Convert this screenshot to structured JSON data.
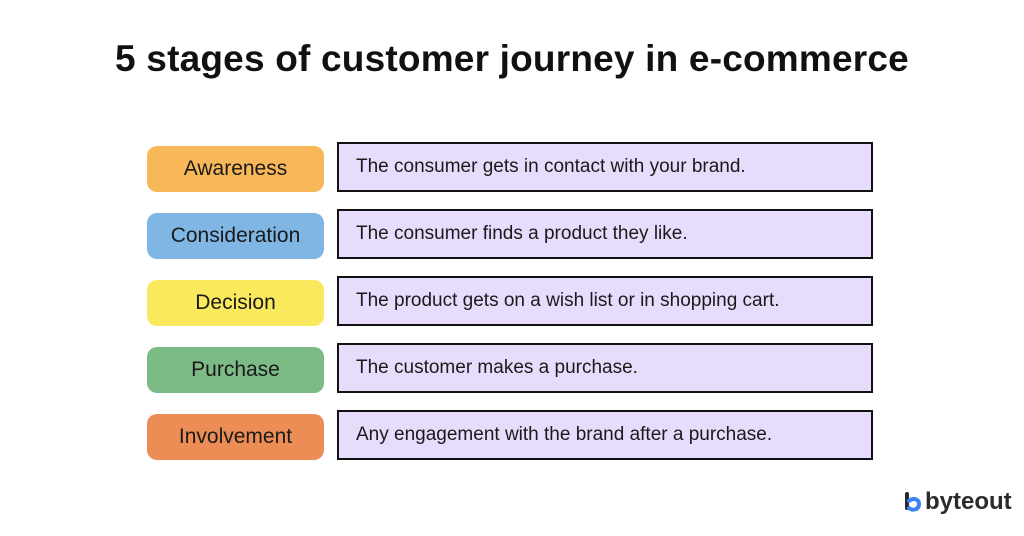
{
  "title": "5 stages of customer journey in e-commerce",
  "stages": [
    {
      "label": "Awareness",
      "description": "The consumer gets in contact with your brand.",
      "color": "#f8b85a"
    },
    {
      "label": "Consideration",
      "description": "The consumer finds a product they like.",
      "color": "#7fb6e3"
    },
    {
      "label": "Decision",
      "description": "The product gets on a wish list or in shopping cart.",
      "color": "#fbe95d"
    },
    {
      "label": "Purchase",
      "description": "The customer makes a purchase.",
      "color": "#7cbb86"
    },
    {
      "label": "Involvement",
      "description": "Any engagement with the brand after a purchase.",
      "color": "#ed8d56"
    }
  ],
  "description_box_color": "#e8dcfc",
  "logo": {
    "text": "byteout",
    "accent_color": "#3b82f6"
  }
}
